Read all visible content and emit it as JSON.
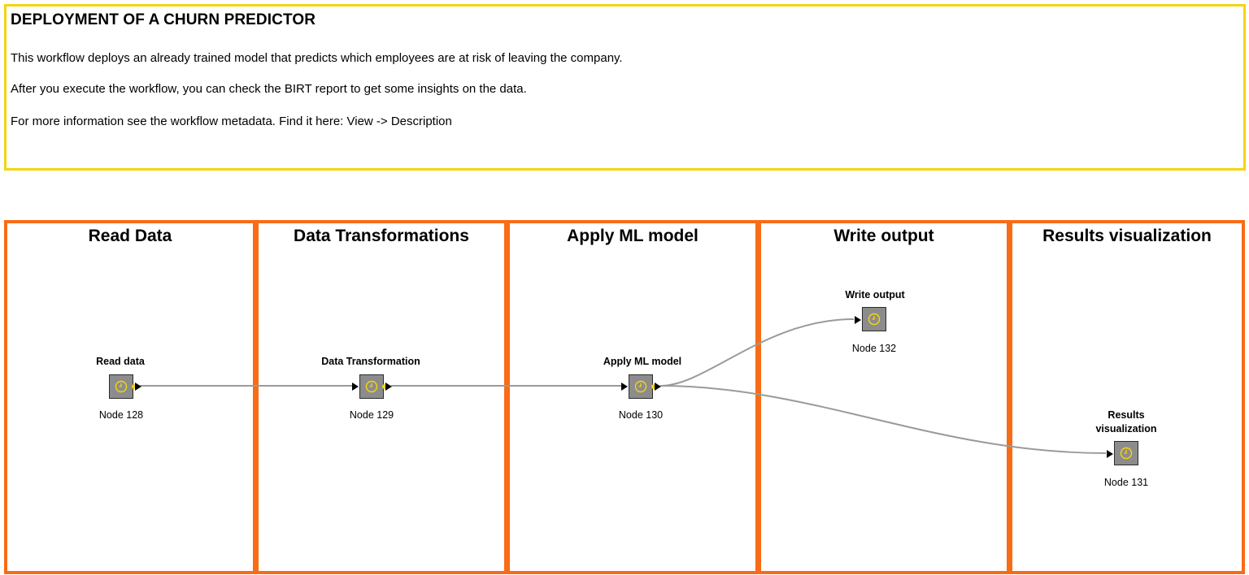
{
  "annotation": {
    "title": "DEPLOYMENT OF A CHURN PREDICTOR",
    "line1": "This workflow deploys an already trained model that predicts which employees are at risk of leaving the company.",
    "line2": "After you execute the workflow, you can check the BIRT report to get some insights on the data.",
    "line3": "For more information see the workflow metadata. Find it here: View -> Description",
    "border_color": "#f5d50f"
  },
  "sections": [
    {
      "title": "Read Data"
    },
    {
      "title": "Data Transformations"
    },
    {
      "title": "Apply ML model"
    },
    {
      "title": "Write output"
    },
    {
      "title": "Results visualization"
    }
  ],
  "section_border_color": "#f86c16",
  "nodes": [
    {
      "label": "Read data",
      "caption": "Node 128",
      "icon": "clock-icon"
    },
    {
      "label": "Data Transformation",
      "caption": "Node 129",
      "icon": "clock-icon"
    },
    {
      "label": "Apply ML model",
      "caption": "Node 130",
      "icon": "clock-icon"
    },
    {
      "label": "Write output",
      "caption": "Node 132",
      "icon": "clock-icon"
    },
    {
      "label": "Results\nvisualization",
      "caption": "Node 131",
      "icon": "clock-icon"
    }
  ],
  "connections": [
    {
      "from": "Node 128",
      "to": "Node 129"
    },
    {
      "from": "Node 129",
      "to": "Node 130"
    },
    {
      "from": "Node 130",
      "to": "Node 132"
    },
    {
      "from": "Node 130",
      "to": "Node 131"
    }
  ],
  "colors": {
    "node_fill": "#8c8c8c",
    "status_yellow": "#f5d50f",
    "edge": "#9a9a9a"
  }
}
